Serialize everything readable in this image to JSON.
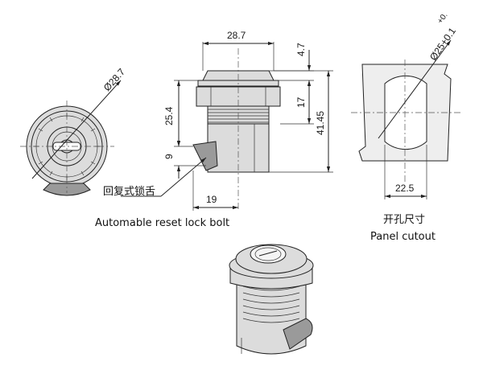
{
  "front_view": {
    "diameter_label": "Ø28.7"
  },
  "side_view": {
    "top_width_label": "28.7",
    "cap_height_label": "4.7",
    "thread_length_label": "25.4",
    "nut_height_label": "17",
    "total_height_label": "41.45",
    "bolt_height_label": "9",
    "bolt_offset_label": "19",
    "bolt_label_cn": "回复式锁舌",
    "bolt_label_en": "Automable reset lock bolt"
  },
  "cutout_view": {
    "diameter_label": "Ø25+0.1",
    "tolerance_label": "+0.",
    "width_label": "22.5",
    "title_cn": "开孔尺寸",
    "title_en": "Panel cutout"
  }
}
